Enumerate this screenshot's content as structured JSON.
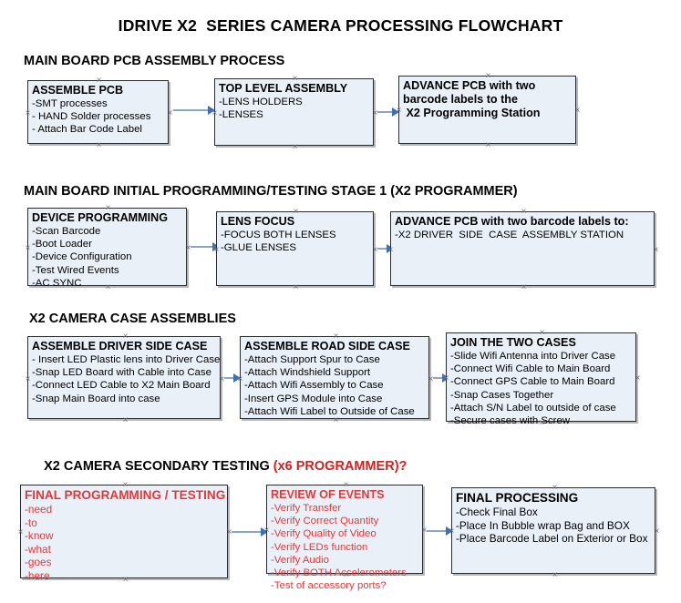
{
  "document": {
    "title": "IDRIVE X2  SERIES CAMERA PROCESSING FLOWCHART"
  },
  "theme": {
    "node_fill": "#eaf0f8",
    "node_border": "#2b2b2b",
    "connector": "#8aa6c4",
    "arrow": "#3f6fb5",
    "accent_red": "#e03a3a",
    "title_red": "#d42020",
    "text": "#000000",
    "background": "#ffffff"
  },
  "sections": [
    {
      "id": "main-board-pcb-assembly",
      "heading": "MAIN BOARD PCB ASSEMBLY PROCESS",
      "heading_accent": "",
      "nodes": [
        {
          "id": "assemble-pcb",
          "title": "ASSEMBLE PCB",
          "lines": [
            "-SMT processes",
            "- HAND Solder processes",
            "- Attach Bar Code Label"
          ]
        },
        {
          "id": "top-level-assembly",
          "title": "TOP LEVEL ASSEMBLY",
          "lines": [
            "-LENS HOLDERS",
            "-LENSES"
          ]
        },
        {
          "id": "advance-pcb-x2-programming-station",
          "title": "ADVANCE PCB with two",
          "lines": [
            "barcode labels to the",
            " X2 Programming Station"
          ]
        }
      ]
    },
    {
      "id": "main-board-initial-programming",
      "heading": "MAIN BOARD INITIAL PROGRAMMING/TESTING STAGE 1 (X2 PROGRAMMER)",
      "heading_accent": "",
      "nodes": [
        {
          "id": "device-programming",
          "title": "DEVICE PROGRAMMING",
          "lines": [
            "-Scan Barcode",
            "-Boot Loader",
            "-Device Configuration",
            "-Test Wired Events",
            "-AC SYNC"
          ]
        },
        {
          "id": "lens-focus",
          "title": "LENS FOCUS",
          "lines": [
            "-FOCUS BOTH LENSES",
            "-GLUE LENSES"
          ]
        },
        {
          "id": "advance-pcb-driver-side-case",
          "title": "ADVANCE PCB with two barcode labels to:",
          "lines": [
            "-X2 DRIVER  SIDE  CASE  ASSEMBLY STATION"
          ]
        }
      ]
    },
    {
      "id": "x2-camera-case-assemblies",
      "heading": "X2 CAMERA CASE ASSEMBLIES",
      "heading_accent": "",
      "nodes": [
        {
          "id": "assemble-driver-side-case",
          "title": "ASSEMBLE DRIVER SIDE CASE",
          "lines": [
            "- Insert LED Plastic lens into Driver Case",
            "-Snap LED Board with Cable into Case",
            "-Connect LED Cable to X2 Main Board",
            "-Snap Main Board into case"
          ]
        },
        {
          "id": "assemble-road-side-case",
          "title": "ASSEMBLE ROAD SIDE CASE",
          "lines": [
            "-Attach Support Spur to Case",
            "-Attach Windshield Support",
            "-Attach Wifi Assembly to Case",
            "-Insert GPS Module into Case",
            "-Attach Wifi Label to Outside of Case"
          ]
        },
        {
          "id": "join-the-two-cases",
          "title": "JOIN THE TWO CASES",
          "lines": [
            "-Slide Wifi Antenna into Driver Case",
            "-Connect Wifi Cable to Main Board",
            "-Connect GPS Cable to Main Board",
            "-Snap Cases Together",
            "-Attach S/N Label to outside of case",
            "-Secure cases with Screw"
          ]
        }
      ]
    },
    {
      "id": "x2-camera-secondary-testing",
      "heading": "X2 CAMERA SECONDARY TESTING ",
      "heading_accent": "(x6 PROGRAMMER)?",
      "nodes": [
        {
          "id": "final-programming-testing",
          "title": "FINAL PROGRAMMING / TESTING",
          "lines": [
            "-need",
            "-to",
            "-know",
            "-what",
            "-goes",
            "-here"
          ]
        },
        {
          "id": "review-of-events",
          "title": "REVIEW OF EVENTS",
          "lines": [
            "-Verify Transfer",
            "-Verify Correct Quantity",
            "-Verify Quality of Video",
            "-Verify LEDs function",
            "-Verify Audio",
            "-Verify BOTH Accelerometers",
            "-Test of accessory ports?"
          ]
        },
        {
          "id": "final-processing",
          "title": "FINAL PROCESSING",
          "lines": [
            "-Check Final Box",
            "-Place In Bubble wrap Bag and BOX",
            "-Place Barcode Label on Exterior or Box"
          ]
        }
      ]
    }
  ]
}
